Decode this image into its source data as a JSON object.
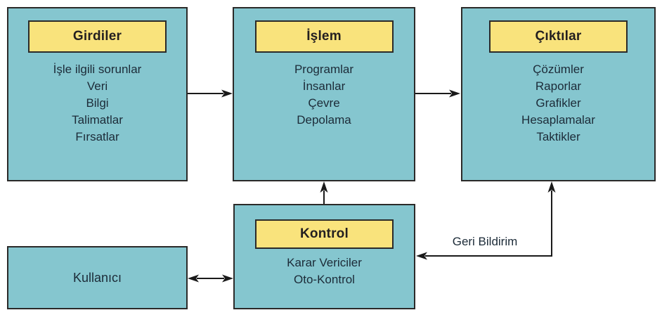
{
  "boxes": {
    "inputs": {
      "title": "Girdiler",
      "items": [
        "İşle ilgili sorunlar",
        "Veri",
        "Bilgi",
        "Talimatlar",
        "Fırsatlar"
      ]
    },
    "process": {
      "title": "İşlem",
      "items": [
        "Programlar",
        "İnsanlar",
        "Çevre",
        "Depolama"
      ]
    },
    "outputs": {
      "title": "Çıktılar",
      "items": [
        "Çözümler",
        "Raporlar",
        "Grafikler",
        "Hesaplamalar",
        "Taktikler"
      ]
    },
    "control": {
      "title": "Kontrol",
      "items": [
        "Karar Vericiler",
        "Oto-Kontrol"
      ]
    },
    "user": {
      "title": "Kullanıcı"
    }
  },
  "labels": {
    "feedback": "Geri Bildirim"
  },
  "connections": [
    {
      "from": "inputs",
      "to": "process",
      "type": "arrow-right"
    },
    {
      "from": "process",
      "to": "outputs",
      "type": "arrow-right"
    },
    {
      "from": "control",
      "to": "process",
      "type": "arrow-up"
    },
    {
      "from": "outputs",
      "to": "control",
      "type": "elbow-double-arrow",
      "label": "Geri Bildirim"
    },
    {
      "from": "user",
      "to": "control",
      "type": "double-arrow"
    }
  ],
  "colors": {
    "box_fill": "#85c6cf",
    "header_fill": "#f9e37c",
    "border": "#2b2a29",
    "text": "#1c2b38",
    "arrow": "#1a1a1a",
    "background": "#ffffff"
  }
}
